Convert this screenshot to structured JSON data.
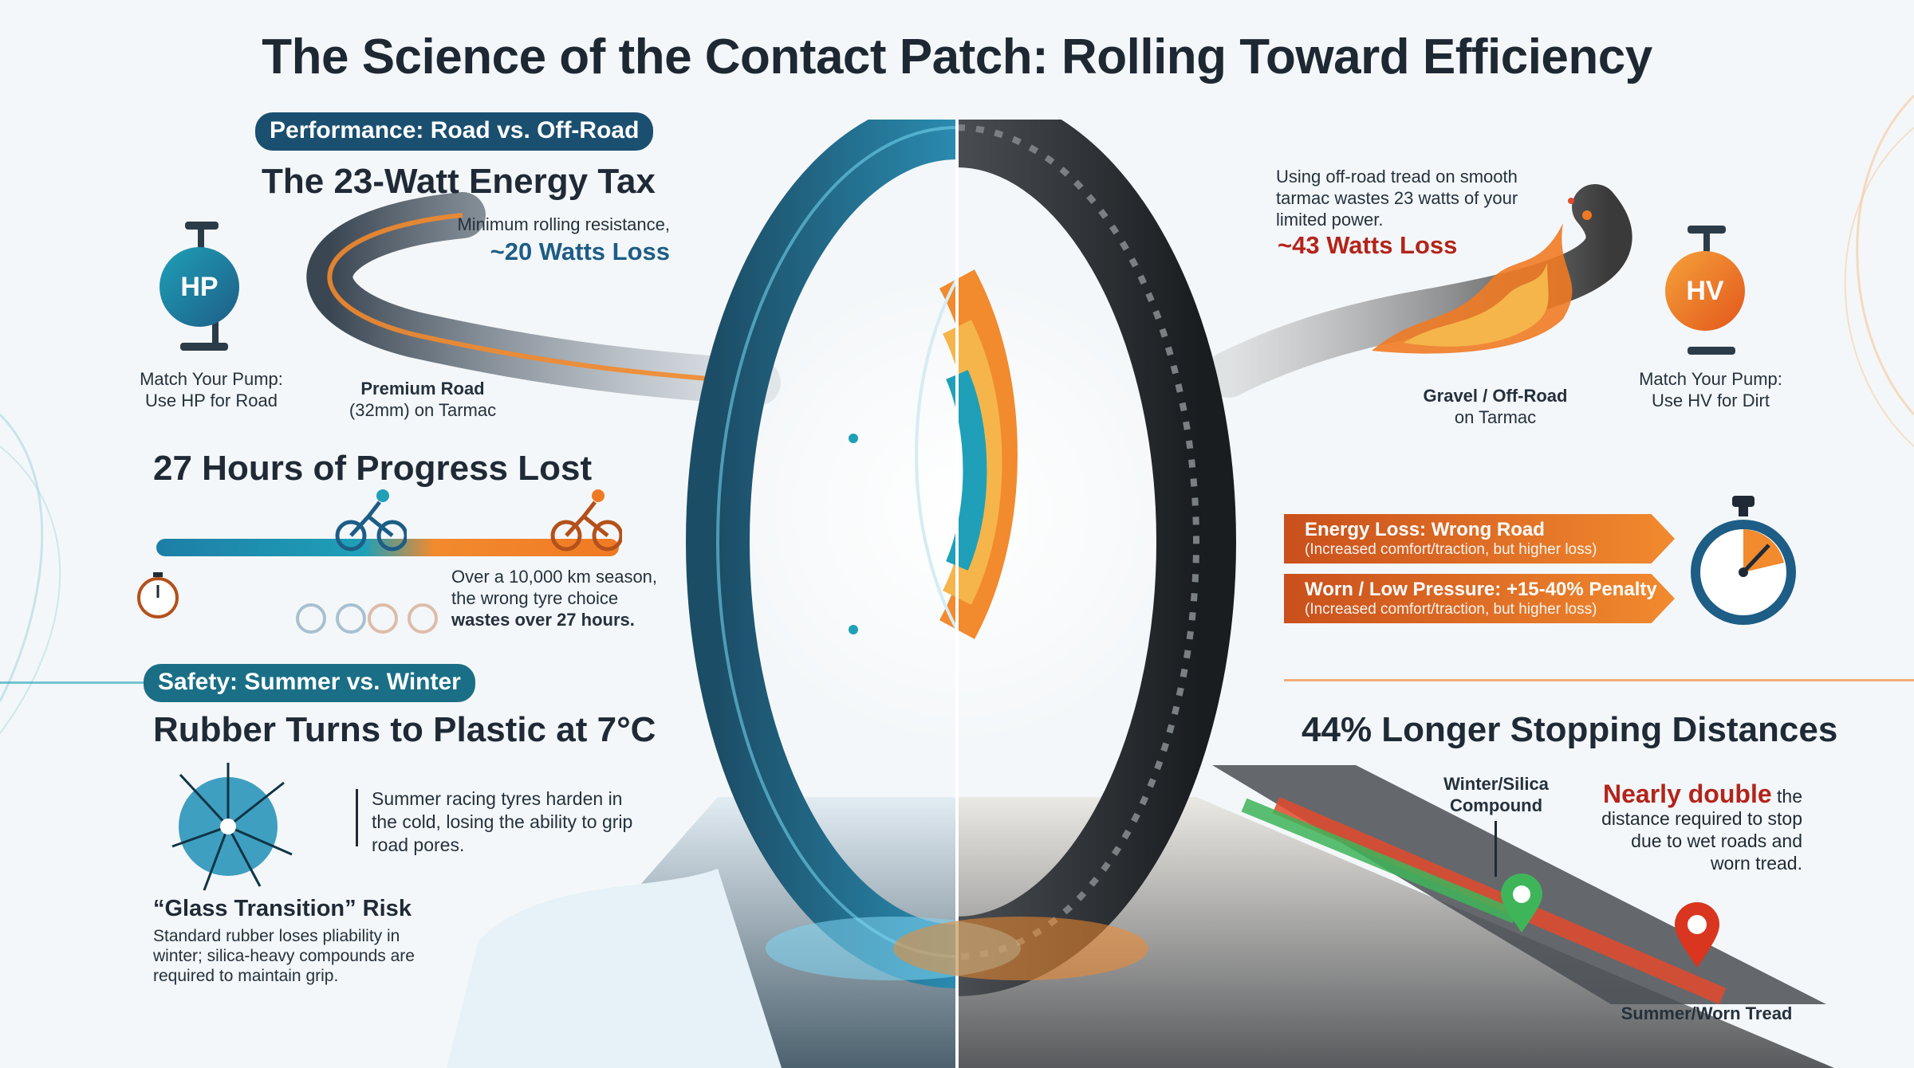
{
  "title": "The Science of the Contact Patch: Rolling Toward Efficiency",
  "performance": {
    "section_label": "Performance: Road vs. Off-Road",
    "heading": "The 23-Watt Energy Tax",
    "road_note": "Minimum rolling resistance,",
    "road_watts": "~20 Watts Loss",
    "offroad_note": "Using off-road tread on smooth tarmac wastes 23 watts of your limited power.",
    "offroad_watts": "~43 Watts Loss",
    "pump_left": {
      "badge": "HP",
      "line1": "Match Your Pump:",
      "line2": "Use HP for Road"
    },
    "pump_right": {
      "badge": "HV",
      "line1": "Match Your Pump:",
      "line2": "Use HV for Dirt"
    },
    "road_label": {
      "line1": "Premium Road",
      "line2": "(32mm) on Tarmac"
    },
    "gravel_label": {
      "line1": "Gravel / Off-Road",
      "line2": "on Tarmac"
    }
  },
  "progress": {
    "heading": "27 Hours of Progress Lost",
    "desc_line1": "Over a 10,000 km season,",
    "desc_line2": "the wrong tyre choice",
    "desc_line3": "wastes over 27 hours."
  },
  "banners": [
    {
      "title": "Energy Loss: Wrong Road",
      "sub": "(Increased comfort/traction, but higher loss)"
    },
    {
      "title": "Worn / Low Pressure: +15-40% Penalty",
      "sub": "(Increased comfort/traction, but higher loss)"
    }
  ],
  "safety": {
    "section_label": "Safety: Summer vs. Winter",
    "heading": "Rubber Turns to Plastic at 7°C",
    "harden_text": "Summer racing tyres harden in the cold, losing the ability to grip road pores.",
    "glass_heading": "“Glass Transition” Risk",
    "glass_text": "Standard rubber loses pliability in winter; silica-heavy compounds are required to maintain grip."
  },
  "stopping": {
    "heading": "44% Longer Stopping Distances",
    "winter_label_1": "Winter/Silica",
    "winter_label_2": "Compound",
    "highlight": "Nearly double",
    "rest_1": "the",
    "rest_2": "distance required to stop",
    "rest_3": "due to wet roads and",
    "rest_4": "worn tread.",
    "summer_label": "Summer/Worn Tread"
  },
  "colors": {
    "navy": "#1a4f70",
    "teal": "#1fa0b8",
    "orange": "#f07a24",
    "red": "#c0321f",
    "green": "#3fb55a"
  },
  "icons": [
    "pump-icon",
    "cyclist-icon",
    "stopwatch-icon",
    "crack-icon",
    "map-pin-icon",
    "flame-icon"
  ]
}
